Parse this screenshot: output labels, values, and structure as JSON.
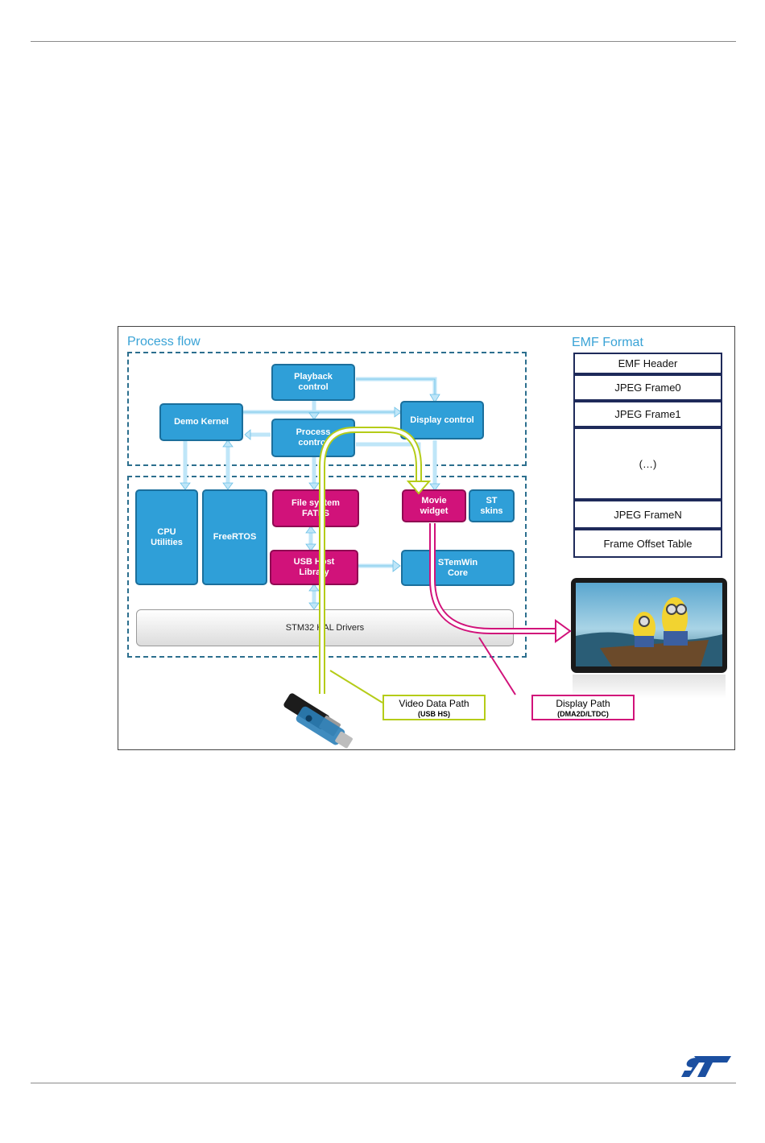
{
  "diagram": {
    "process_flow_title": "Process flow",
    "emf_format_title": "EMF Format",
    "blocks": {
      "playback": "Playback\ncontrol",
      "demo_kernel": "Demo Kernel",
      "process": "Process\ncontrol",
      "display_control": "Display control",
      "file_system": "File system\nFATFS",
      "movie_widget": "Movie\nwidget",
      "st_skins": "ST\nskins",
      "cpu": "CPU\nUtilities",
      "freertos": "FreeRTOS",
      "usb_host": "USB Host\nLibrary",
      "stemwin": "STemWin\nCore",
      "hal": "STM32 HAL Drivers"
    },
    "emf_rows": [
      "EMF Header",
      "JPEG Frame0",
      "JPEG Frame1",
      "(…)",
      "JPEG FrameN",
      "Frame Offset Table"
    ],
    "video_path": {
      "label": "Video Data Path",
      "sub": "(USB HS)"
    },
    "display_path": {
      "label": "Display Path",
      "sub": "(DMA2D/LTDC)"
    }
  },
  "colors": {
    "process_blue": "#2f9fd8",
    "process_magenta": "#d1127a",
    "video_path": "#b5cc18",
    "display_path": "#d1127a",
    "title_blue": "#3aa3d6"
  },
  "icons": [
    "usb-drive-icon",
    "display-screen-image",
    "st-logo-icon"
  ]
}
